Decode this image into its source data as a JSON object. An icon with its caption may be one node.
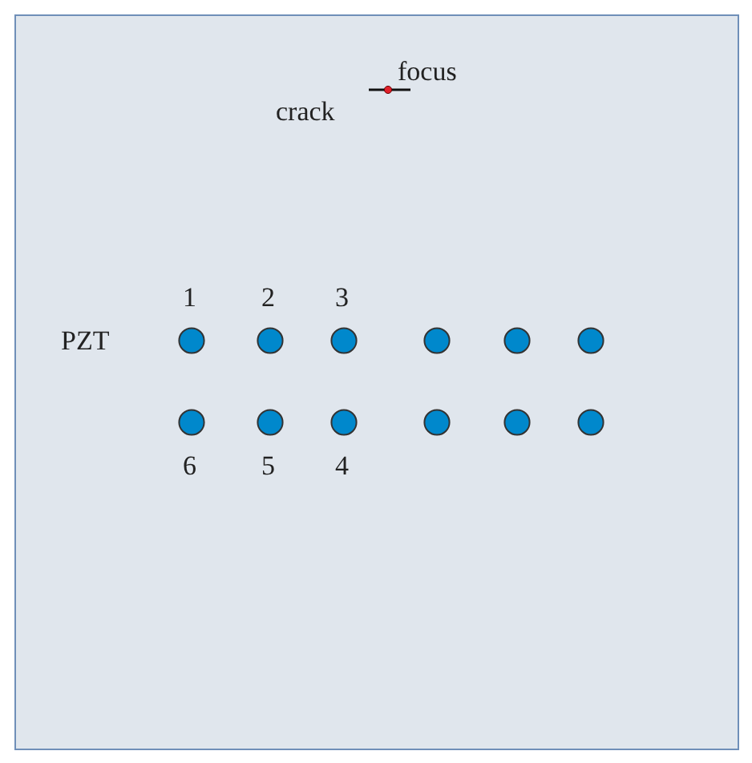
{
  "diagram": {
    "nodes": [
      {
        "text": [],
        "shape": "box"
      },
      {
        "text": [],
        "shape": "circle",
        "in": 0,
        "beside": [
          "1"
        ]
      },
      {
        "text": [],
        "shape": "circle",
        "in": 0,
        "beside": [
          "2"
        ]
      },
      {
        "text": [],
        "shape": "circle",
        "in": 0,
        "beside": [
          "3"
        ]
      },
      {
        "text": [],
        "shape": "circle",
        "in": 0
      },
      {
        "text": [],
        "shape": "circle",
        "in": 0
      },
      {
        "text": [],
        "shape": "circle",
        "in": 0
      },
      {
        "text": [],
        "shape": "circle",
        "in": 0,
        "beside": [
          "6"
        ]
      },
      {
        "text": [],
        "shape": "circle",
        "in": 0,
        "beside": [
          "5"
        ]
      },
      {
        "text": [],
        "shape": "circle",
        "in": 0,
        "beside": [
          "4"
        ]
      },
      {
        "text": [],
        "shape": "circle",
        "in": 0
      },
      {
        "text": [],
        "shape": "circle",
        "in": 0
      },
      {
        "text": [],
        "shape": "circle",
        "in": 0
      }
    ],
    "labels": [
      "focus",
      "crack",
      "PZT"
    ]
  }
}
